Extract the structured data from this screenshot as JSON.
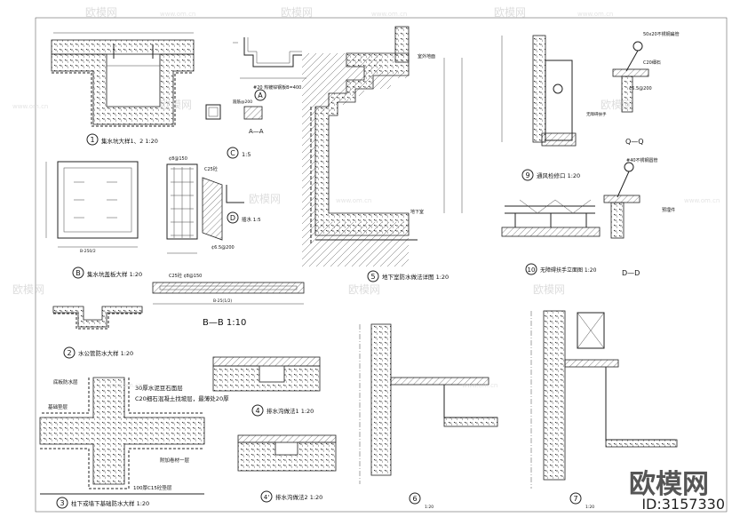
{
  "watermark": {
    "brand": "欧模网",
    "url": "www.om.cn"
  },
  "brand": {
    "logo": "欧模网",
    "id": "ID:3157330"
  },
  "details": {
    "d1": {
      "num": "1",
      "title": "集水坑大样1、2 1:20"
    },
    "dA": {
      "num": "A",
      "title": "A—A",
      "note": "箍筋@200"
    },
    "dC": {
      "num": "C",
      "title": "1:5"
    },
    "dB": {
      "num": "B",
      "title": "集水坑盖板大样 1:20"
    },
    "dB2": {
      "title": "B—B 1:10",
      "rebar": "C25砼 ¢8@150",
      "dims": "B-25(1/2)"
    },
    "dD": {
      "num": "D",
      "title": "插水 1:5"
    },
    "d2": {
      "num": "2",
      "title": "水公管防水大样 1:20"
    },
    "d3": {
      "num": "3",
      "title": "柱下或墙下基础防水大样 1:20",
      "notes": [
        "30厚水泥豆石面层",
        "C20细石混凝土找坡层，最薄处20厚",
        "底板防水层",
        "基础垫层",
        "附加卷材一层",
        "100厚C15砼垫层"
      ]
    },
    "d4": {
      "num": "4",
      "title": "排水沟做法1 1:20"
    },
    "d4b": {
      "num": "4'",
      "title": "排水沟做法2 1:20"
    },
    "d5": {
      "num": "5",
      "title": "地下室防水做法详图 1:20",
      "label": "地下室",
      "room": "室外地面"
    },
    "d6": {
      "num": "6",
      "title": "1:20"
    },
    "d7": {
      "num": "7",
      "title": "1:20"
    },
    "d9": {
      "num": "9",
      "title": "通风检修口 1:20"
    },
    "d10": {
      "num": "10",
      "title": "无障碍扶手立面图 1:20"
    },
    "dQ": {
      "title": "Q—Q"
    },
    "dDb": {
      "title": "D—D"
    },
    "right_notes": {
      "n1": "#40不锈钢圆管",
      "n2": "50x20不锈钢扁管",
      "n3": "C20细石",
      "n4": "¢6.5@200",
      "n5": "预埋件"
    }
  }
}
